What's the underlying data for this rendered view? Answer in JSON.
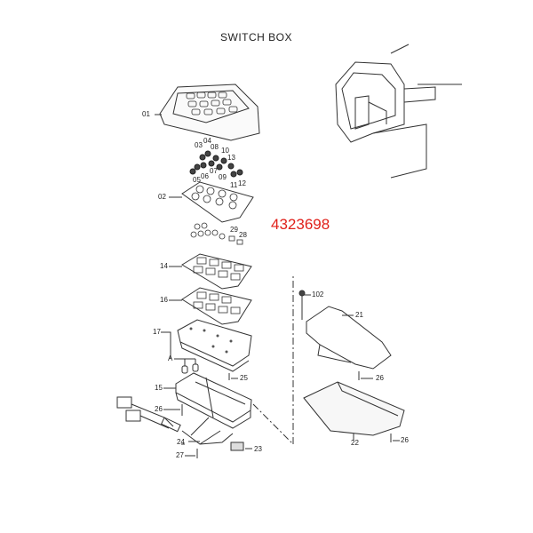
{
  "title": "SWITCH BOX",
  "part_number": "4323698",
  "part_number_color": "#e0201a",
  "labels": {
    "p01": "01",
    "p02": "02",
    "p03": "03",
    "p04": "04",
    "p05": "05",
    "p06": "06",
    "p07": "07",
    "p08": "08",
    "p09": "09",
    "p10": "10",
    "p11": "11",
    "p12": "12",
    "p13": "13",
    "p14": "14",
    "p15": "15",
    "p16": "16",
    "p17": "17",
    "pA": "A",
    "p21": "21",
    "p22": "22",
    "p23": "23",
    "p24": "24",
    "p25": "25",
    "p26a": "26",
    "p26b": "26",
    "p26c": "26",
    "p27": "27",
    "p28": "28",
    "p29": "29",
    "p102": "102"
  }
}
